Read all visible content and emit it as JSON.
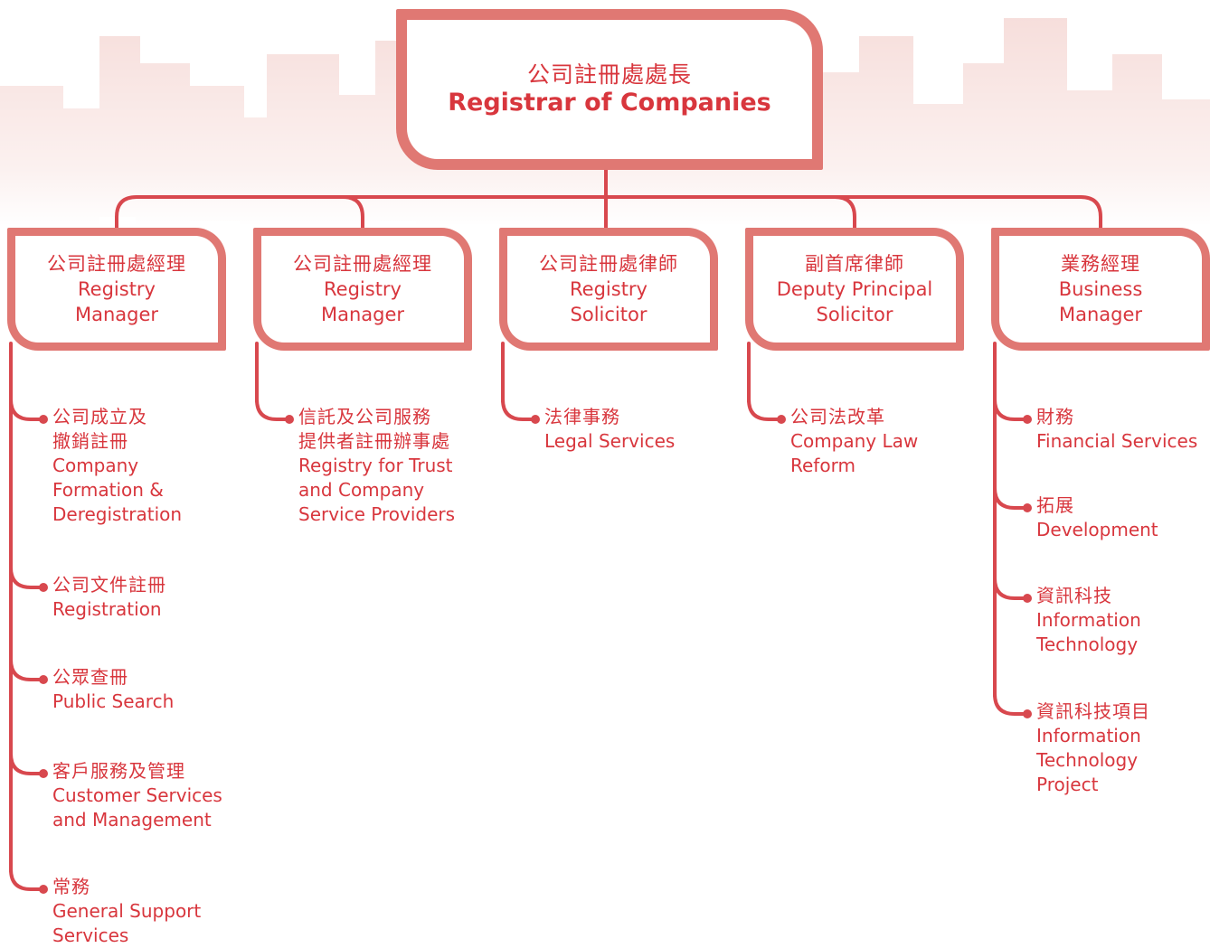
{
  "colors": {
    "line": "#d8484e",
    "box_border": "#e07873",
    "text": "#d8363d",
    "bg_skyline": "#f6d9d6"
  },
  "head": {
    "zh": "公司註冊處處長",
    "en": "Registrar of Companies"
  },
  "columns": [
    {
      "zh": "公司註冊處經理",
      "en_lines": [
        "Registry",
        "Manager"
      ],
      "units": [
        {
          "zh_lines": [
            "公司成立及",
            "撤銷註冊"
          ],
          "en_lines": [
            "Company",
            "Formation &",
            "Deregistration"
          ]
        },
        {
          "zh_lines": [
            "公司文件註冊"
          ],
          "en_lines": [
            "Registration"
          ]
        },
        {
          "zh_lines": [
            "公眾查冊"
          ],
          "en_lines": [
            "Public Search"
          ]
        },
        {
          "zh_lines": [
            "客戶服務及管理"
          ],
          "en_lines": [
            "Customer Services",
            "and Management"
          ]
        },
        {
          "zh_lines": [
            "常務"
          ],
          "en_lines": [
            "General Support",
            "Services"
          ]
        }
      ]
    },
    {
      "zh": "公司註冊處經理",
      "en_lines": [
        "Registry",
        "Manager"
      ],
      "units": [
        {
          "zh_lines": [
            "信託及公司服務",
            "提供者註冊辦事處"
          ],
          "en_lines": [
            "Registry for Trust",
            "and Company",
            "Service Providers"
          ]
        }
      ]
    },
    {
      "zh": "公司註冊處律師",
      "en_lines": [
        "Registry",
        "Solicitor"
      ],
      "units": [
        {
          "zh_lines": [
            "法律事務"
          ],
          "en_lines": [
            "Legal Services"
          ]
        }
      ]
    },
    {
      "zh": "副首席律師",
      "en_lines": [
        "Deputy Principal",
        "Solicitor"
      ],
      "units": [
        {
          "zh_lines": [
            "公司法改革"
          ],
          "en_lines": [
            "Company Law",
            "Reform"
          ]
        }
      ]
    },
    {
      "zh": "業務經理",
      "en_lines": [
        "Business",
        "Manager"
      ],
      "units": [
        {
          "zh_lines": [
            "財務"
          ],
          "en_lines": [
            "Financial Services"
          ]
        },
        {
          "zh_lines": [
            "拓展"
          ],
          "en_lines": [
            "Development"
          ]
        },
        {
          "zh_lines": [
            "資訊科技"
          ],
          "en_lines": [
            "Information",
            "Technology"
          ]
        },
        {
          "zh_lines": [
            "資訊科技項目"
          ],
          "en_lines": [
            "Information",
            "Technology",
            "Project"
          ]
        }
      ]
    }
  ]
}
